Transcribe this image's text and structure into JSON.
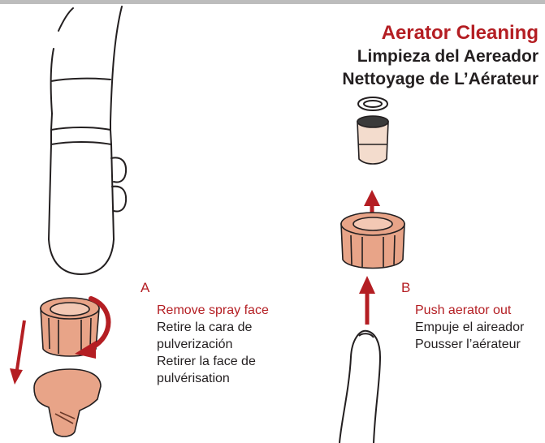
{
  "titles": {
    "english": "Aerator Cleaning",
    "spanish": "Limpieza del Aereador",
    "french": "Nettoyage de L’Aérateur"
  },
  "step_a": {
    "letter": "A",
    "english": "Remove spray face",
    "spanish_line1": "Retire la cara de",
    "spanish_line2": "pulverización",
    "french_line1": "Retirer la face de",
    "french_line2": "pulvérisation"
  },
  "step_b": {
    "letter": "B",
    "english": "Push aerator out",
    "spanish": "Empuje el aireador",
    "french": "Pousser l’aérateur"
  },
  "colors": {
    "accent_red": "#b41e23",
    "part_fill": "#e8a488",
    "line": "#231f20",
    "rule": "#bdbdbd"
  }
}
